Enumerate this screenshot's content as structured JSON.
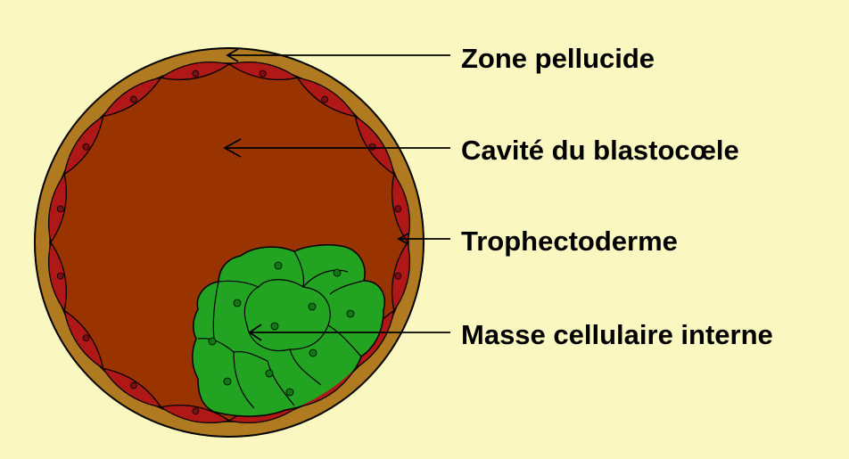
{
  "colors": {
    "background": "#fbf7c0",
    "zona": "#b07a20",
    "cavity": "#993300",
    "trophectoderm": "#b01818",
    "trophectoderm_nucleus": "#7a1010",
    "icm": "#22a322",
    "icm_nucleus": "#0f7a0f",
    "line": "#000000"
  },
  "labels": [
    {
      "id": "zone",
      "text": "Zone pellucide"
    },
    {
      "id": "cavity",
      "text": "Cavité du blastocœle"
    },
    {
      "id": "troph",
      "text": "Trophectoderme"
    },
    {
      "id": "icm",
      "text": "Masse cellulaire interne"
    }
  ]
}
